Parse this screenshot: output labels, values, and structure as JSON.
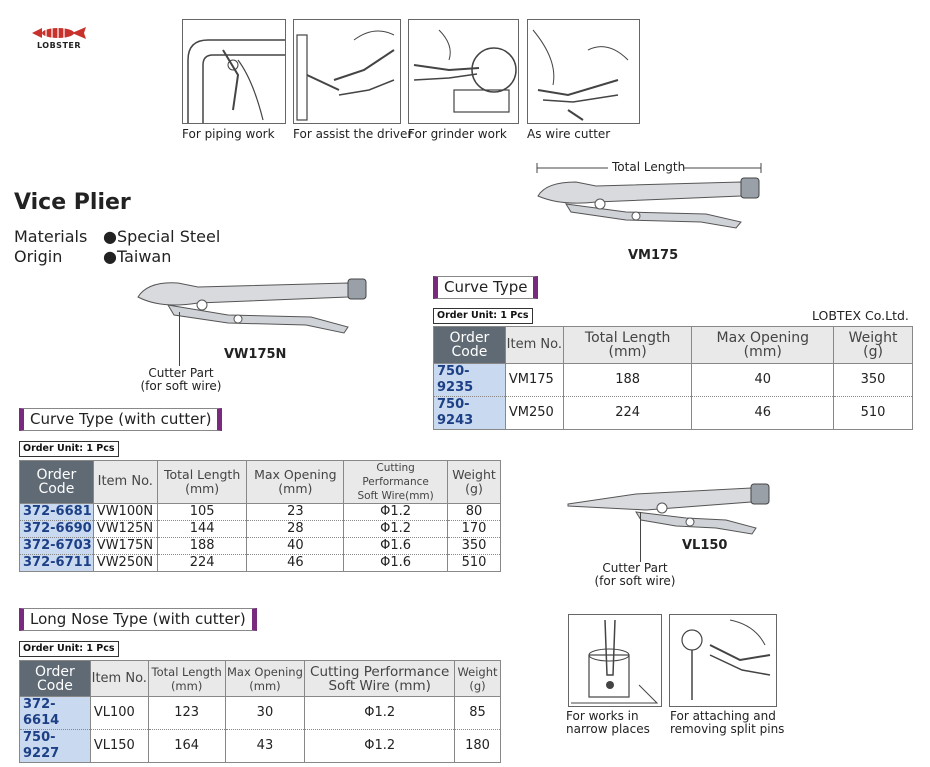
{
  "brand": {
    "logo_text": "LOBSTER",
    "logo_color": "#c8322c"
  },
  "usage_top": [
    {
      "caption": "For piping work",
      "icon": "piping-illustration"
    },
    {
      "caption": "For assist the driver",
      "icon": "driver-assist-illustration"
    },
    {
      "caption": "For grinder work",
      "icon": "grinder-illustration"
    },
    {
      "caption": "As wire cutter",
      "icon": "wire-cutter-illustration"
    }
  ],
  "usage_bottom": [
    {
      "caption_line1": "For works in",
      "caption_line2": "narrow places",
      "icon": "narrow-places-illustration"
    },
    {
      "caption_line1": "For attaching and",
      "caption_line2": "removing split pins",
      "icon": "split-pins-illustration"
    }
  ],
  "product": {
    "title": "Vice Plier",
    "materials_label": "Materials",
    "materials_value": "●Special Steel",
    "origin_label": "Origin",
    "origin_value": "●Taiwan"
  },
  "images": {
    "vm175_label": "VM175",
    "total_length_label": "Total Length",
    "vw175n_label": "VW175N",
    "vw_cutter_note_1": "Cutter Part",
    "vw_cutter_note_2": "(for soft wire)",
    "vl150_label": "VL150",
    "vl_cutter_note_1": "Cutter Part",
    "vl_cutter_note_2": "(for soft wire)"
  },
  "curve_type": {
    "heading": "Curve Type",
    "order_unit": "Order Unit: 1 Pcs",
    "company": "LOBTEX Co.Ltd.",
    "headers": {
      "code": [
        "Order",
        "Code"
      ],
      "item": "Item No.",
      "length": [
        "Total Length",
        "(mm)"
      ],
      "opening": [
        "Max Opening",
        "(mm)"
      ],
      "weight": [
        "Weight",
        "(g)"
      ]
    },
    "rows": [
      {
        "code": "750-9235",
        "item": "VM175",
        "length": "188",
        "opening": "40",
        "weight": "350"
      },
      {
        "code": "750-9243",
        "item": "VM250",
        "length": "224",
        "opening": "46",
        "weight": "510"
      }
    ]
  },
  "curve_cutter": {
    "heading": "Curve Type (with cutter)",
    "order_unit": "Order Unit: 1 Pcs",
    "headers": {
      "code": [
        "Order",
        "Code"
      ],
      "item": "Item No.",
      "length": [
        "Total Length",
        "(mm)"
      ],
      "opening": [
        "Max Opening",
        "(mm)"
      ],
      "cutting": [
        "Cutting Performance",
        "Soft Wire(mm)"
      ],
      "weight": [
        "Weight",
        "(g)"
      ]
    },
    "rows": [
      {
        "code": "372-6681",
        "item": "VW100N",
        "length": "105",
        "opening": "23",
        "cutting": "Φ1.2",
        "weight": "80"
      },
      {
        "code": "372-6690",
        "item": "VW125N",
        "length": "144",
        "opening": "28",
        "cutting": "Φ1.2",
        "weight": "170"
      },
      {
        "code": "372-6703",
        "item": "VW175N",
        "length": "188",
        "opening": "40",
        "cutting": "Φ1.6",
        "weight": "350"
      },
      {
        "code": "372-6711",
        "item": "VW250N",
        "length": "224",
        "opening": "46",
        "cutting": "Φ1.6",
        "weight": "510"
      }
    ]
  },
  "long_nose": {
    "heading": "Long Nose Type (with cutter)",
    "order_unit": "Order Unit: 1 Pcs",
    "headers": {
      "code": [
        "Order",
        "Code"
      ],
      "item": "Item No.",
      "length": [
        "Total Length",
        "(mm)"
      ],
      "opening": [
        "Max Opening",
        "(mm)"
      ],
      "cutting": [
        "Cutting Performance",
        "Soft Wire (mm)"
      ],
      "weight": [
        "Weight",
        "(g)"
      ]
    },
    "rows": [
      {
        "code": "372-6614",
        "item": "VL100",
        "length": "123",
        "opening": "30",
        "cutting": "Φ1.2",
        "weight": "85"
      },
      {
        "code": "750-9227",
        "item": "VL150",
        "length": "164",
        "opening": "43",
        "cutting": "Φ1.2",
        "weight": "180"
      }
    ]
  }
}
